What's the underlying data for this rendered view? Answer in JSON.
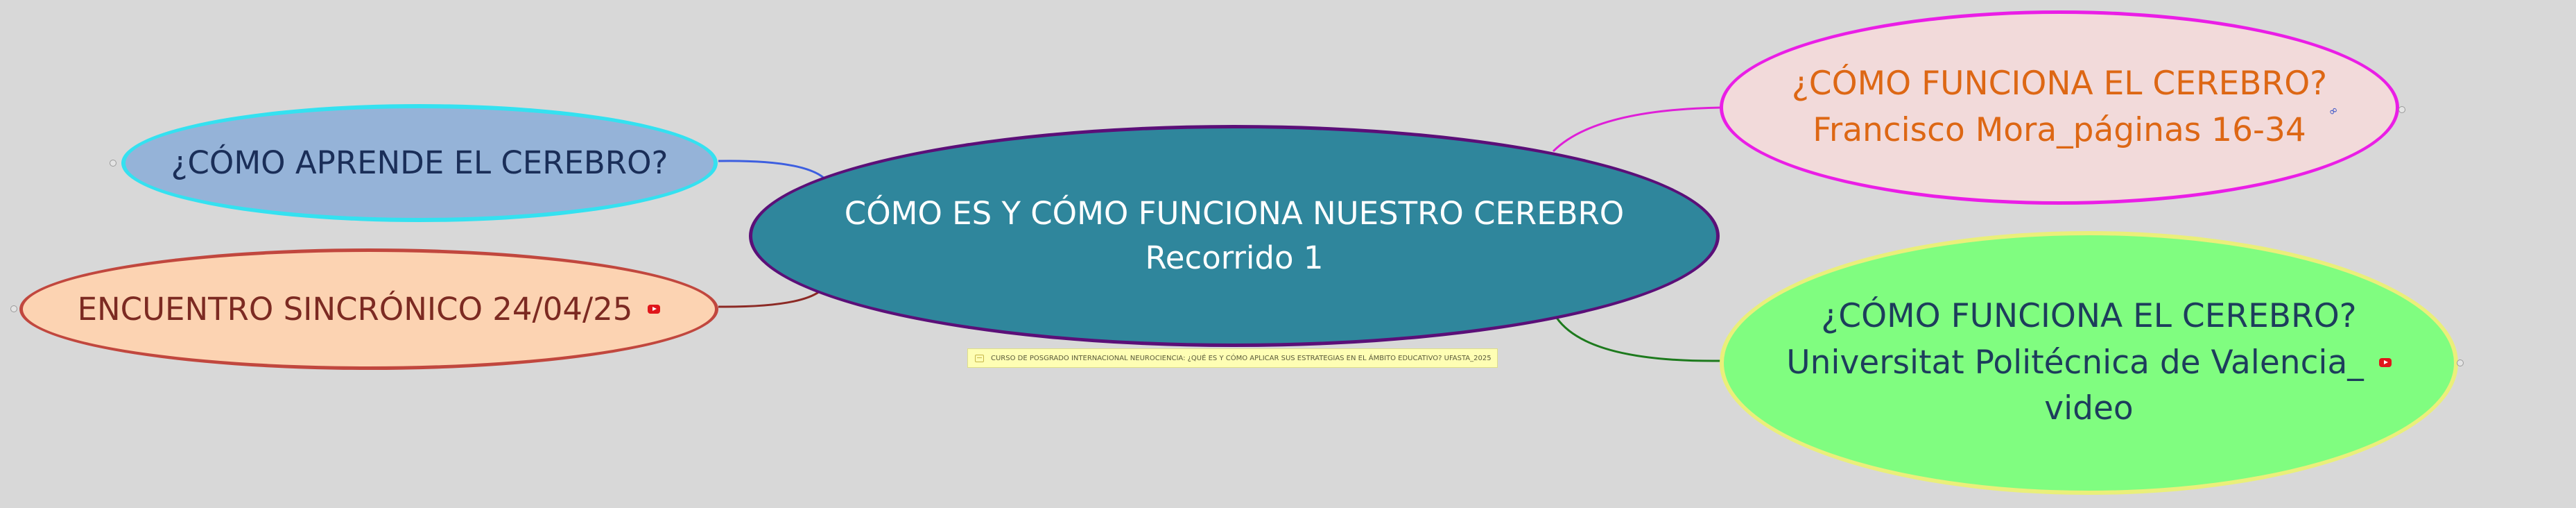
{
  "central": {
    "line1": "CÓMO ES Y CÓMO FUNCIONA NUESTRO CEREBRO",
    "line2": "Recorrido 1",
    "note": "CURSO DE POSGRADO INTERNACIONAL NEUROCIENCIA: ¿QUÉ ES Y CÓMO APLICAR SUS ESTRATEGIAS EN EL ÁMBITO EDUCATIVO? UFASTA_2025"
  },
  "topics": {
    "aprende": {
      "label": "¿CÓMO APRENDE EL CEREBRO?"
    },
    "encuentro": {
      "label": "ENCUENTRO SINCRÓNICO 24/04/25",
      "icon": "youtube-icon"
    },
    "mora": {
      "line1": "¿CÓMO FUNCIONA EL CEREBRO?",
      "line2": "Francisco Mora_páginas 16-34",
      "icon": "link-icon"
    },
    "upv": {
      "line1": "¿CÓMO FUNCIONA EL CEREBRO?",
      "line2": "Universitat Politécnica de Valencia_",
      "line3": "video",
      "icon": "youtube-icon"
    }
  },
  "colors": {
    "background": "#d8d8d8",
    "central_fill": "#2f869c",
    "central_border": "#5b0f78",
    "aprende_fill": "#95b3d8",
    "aprende_border": "#34e1f0",
    "encuentro_fill": "#fcd3b2",
    "encuentro_border": "#c1473e",
    "mora_fill": "#f2dada",
    "mora_border": "#ea1ee6",
    "upv_fill": "#80fd80",
    "upv_border": "#eaef7a"
  }
}
